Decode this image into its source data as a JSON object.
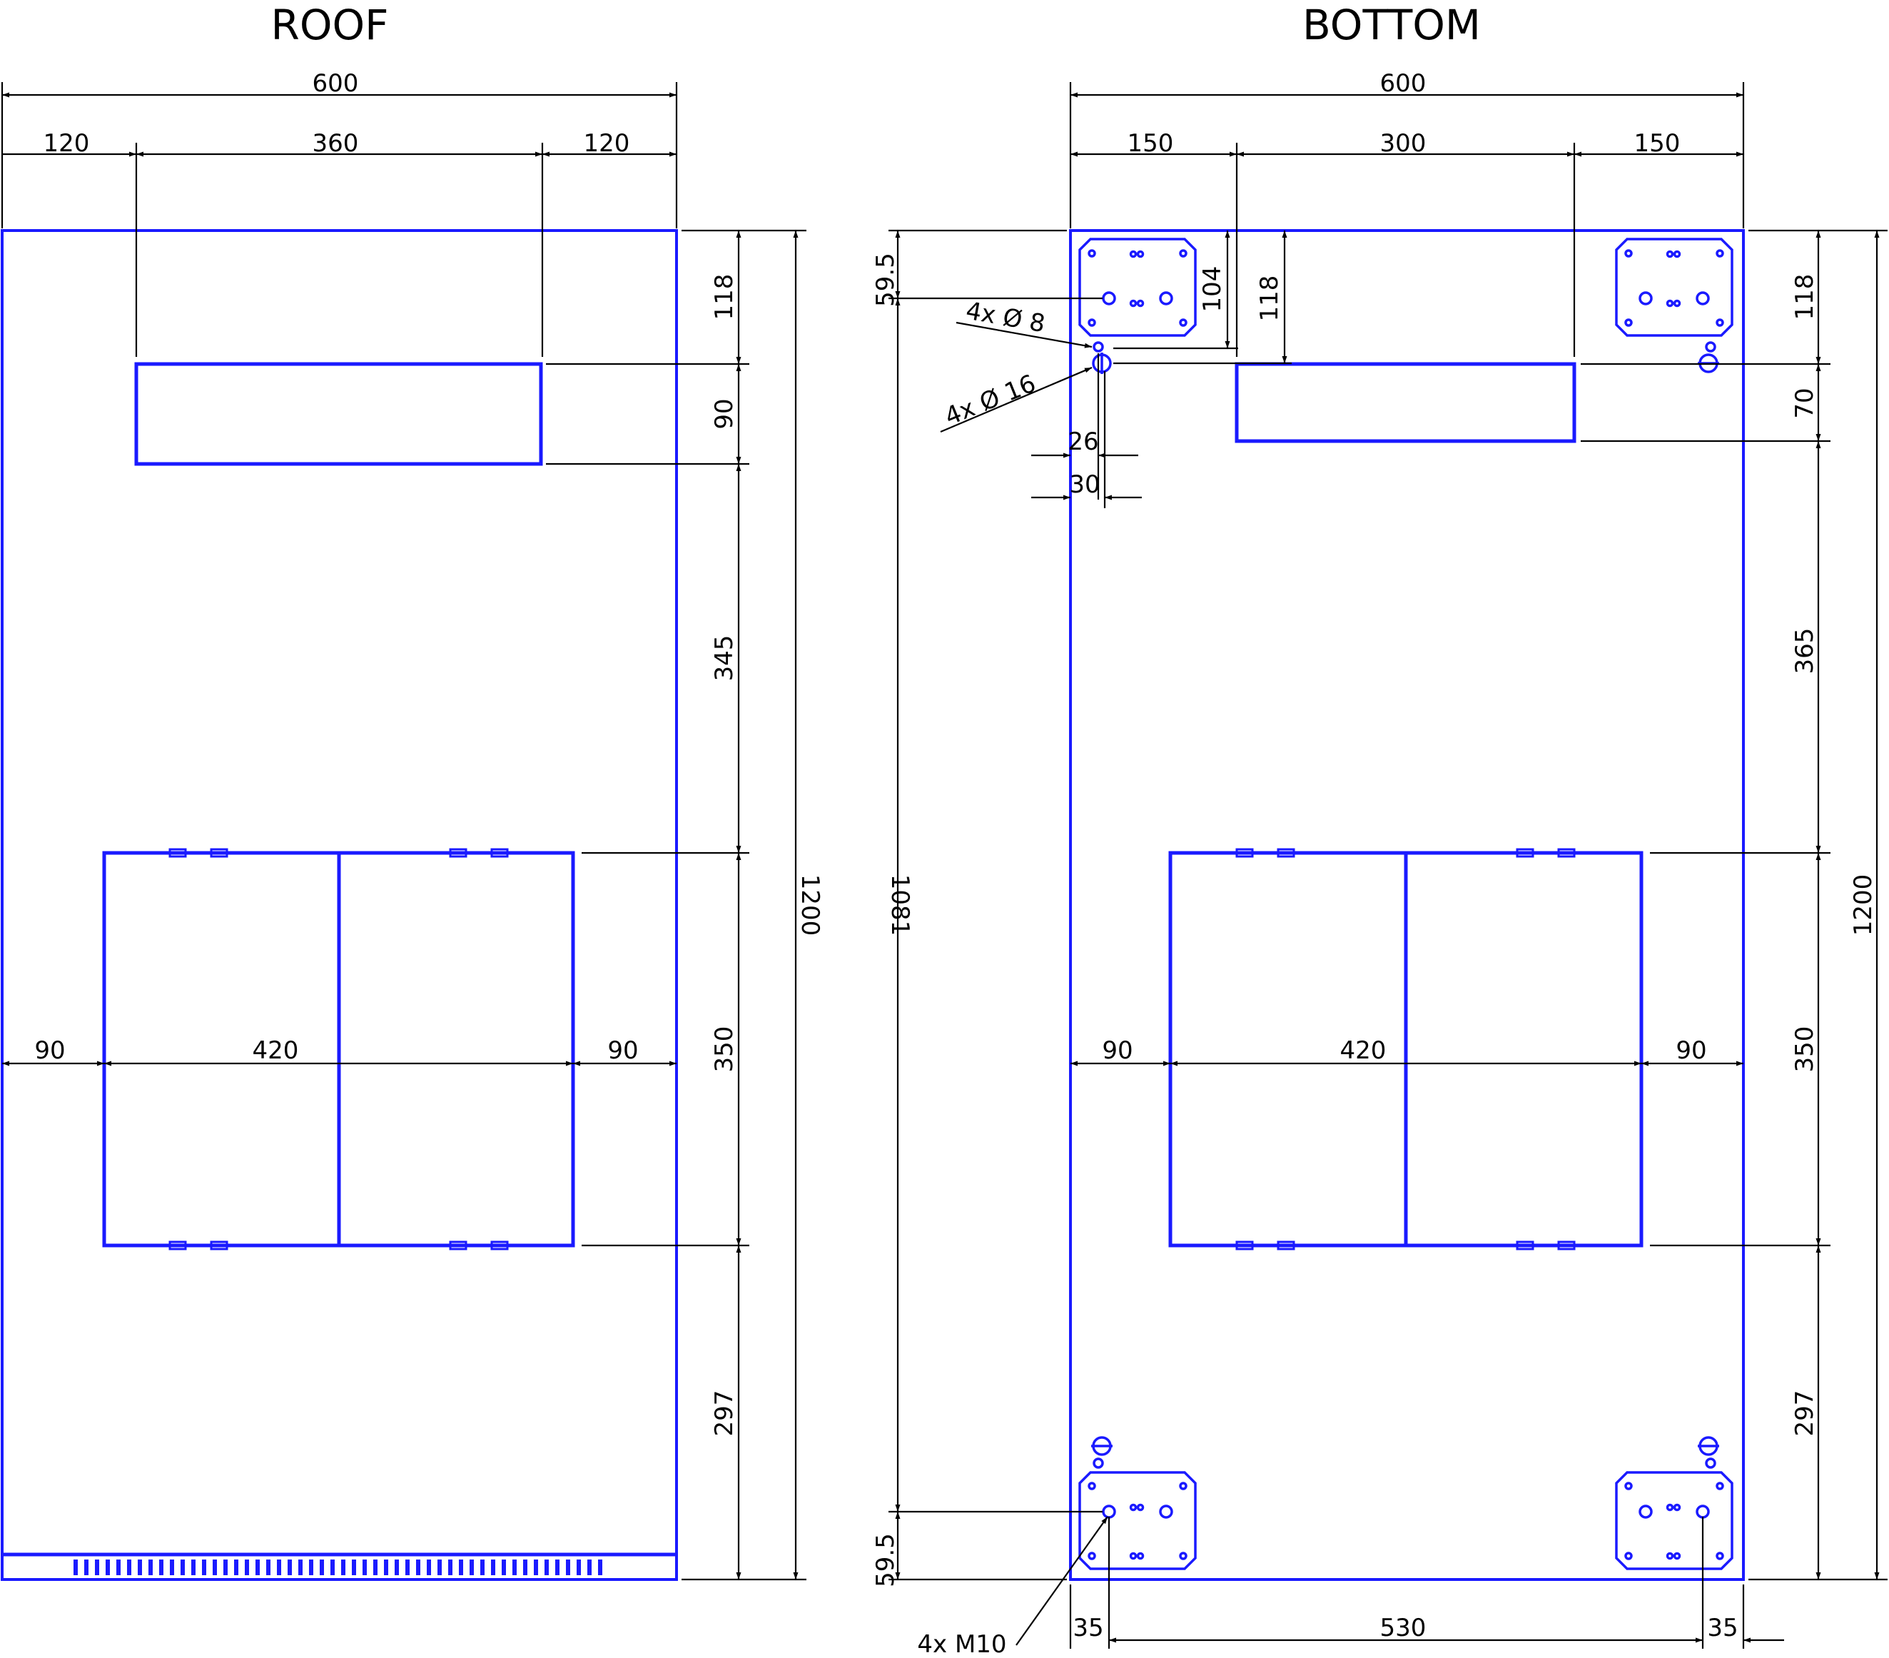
{
  "titles": {
    "roof": "ROOF",
    "bottom": "BOTTOM"
  },
  "colors": {
    "outline": "#1a1aff",
    "dimension": "#000000"
  },
  "roof": {
    "width_total": "600",
    "width_left": "120",
    "width_mid": "360",
    "width_right": "120",
    "v_top": "118",
    "v_opening": "90",
    "v_gap": "345",
    "v_duct": "350",
    "v_bottom": "297",
    "height_total": "1200",
    "h_left": "90",
    "h_mid": "420",
    "h_right": "90"
  },
  "bottom": {
    "width_total": "600",
    "width_left": "150",
    "width_mid": "300",
    "width_right": "150",
    "v_top_right": "118",
    "v_opening": "70",
    "v_gap": "365",
    "v_duct": "350",
    "v_bottom": "297",
    "height_total": "1200",
    "inner_height": "1081",
    "inner_top_dim": "118",
    "inner_104": "104",
    "offset_top": "59.5",
    "offset_bottom": "59.5",
    "callout_d8": "4x Ø 8",
    "callout_d16": "4x Ø 16",
    "dim_26": "26",
    "dim_30": "30",
    "h_left": "90",
    "h_mid": "420",
    "h_right": "90",
    "bolt_callout": "4x M10",
    "b_left": "35",
    "b_mid": "530",
    "b_right": "35"
  }
}
